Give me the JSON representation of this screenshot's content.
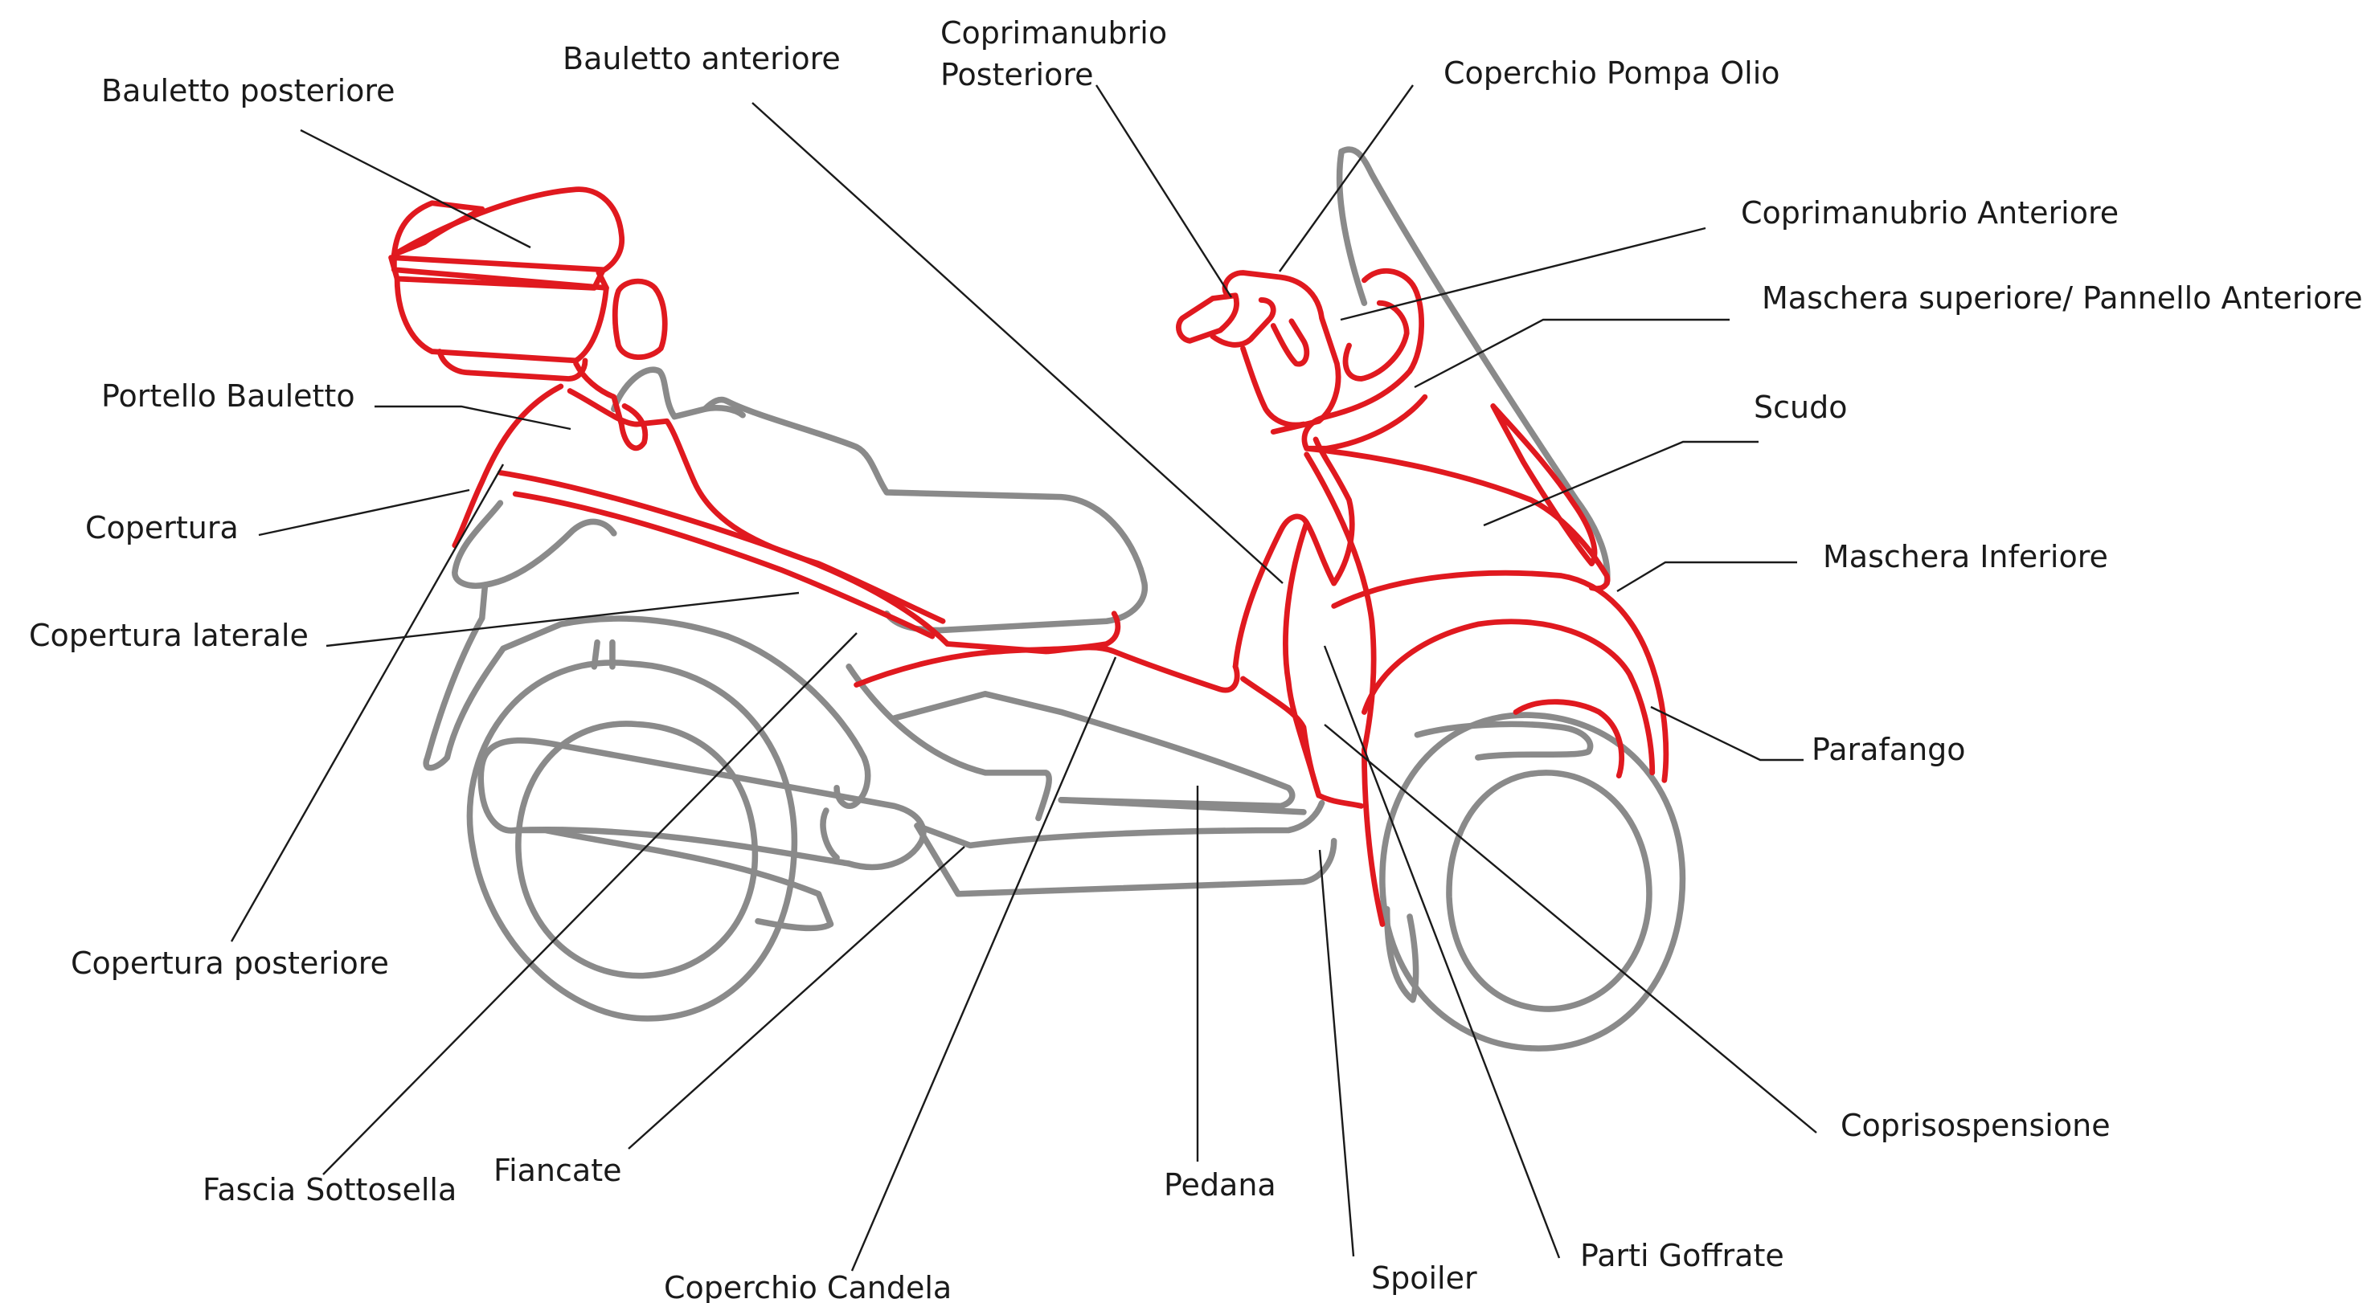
{
  "colors": {
    "highlight": "#e0191f",
    "outline": "#8a8a8a",
    "text": "#1a1a1a"
  },
  "labels": {
    "bauletto_posteriore": "Bauletto posteriore",
    "bauletto_anteriore": "Bauletto anteriore",
    "coprimanubrio_posteriore_1": "Coprimanubrio",
    "coprimanubrio_posteriore_2": "Posteriore",
    "coperchio_pompa_olio": "Coperchio Pompa Olio",
    "coprimanubrio_anteriore": "Coprimanubrio Anteriore",
    "maschera_superiore": "Maschera superiore/ Pannello Anteriore",
    "scudo": "Scudo",
    "maschera_inferiore": "Maschera Inferiore",
    "parafango": "Parafango",
    "portello_bauletto": "Portello Bauletto",
    "copertura": "Copertura",
    "copertura_laterale": "Copertura laterale",
    "copertura_posteriore": "Copertura posteriore",
    "fascia_sottosella": "Fascia Sottosella",
    "fiancate": "Fiancate",
    "coperchio_candela": "Coperchio Candela",
    "pedana": "Pedana",
    "spoiler": "Spoiler",
    "parti_goffrate": "Parti Goffrate",
    "coprisospensione": "Coprisospensione"
  }
}
